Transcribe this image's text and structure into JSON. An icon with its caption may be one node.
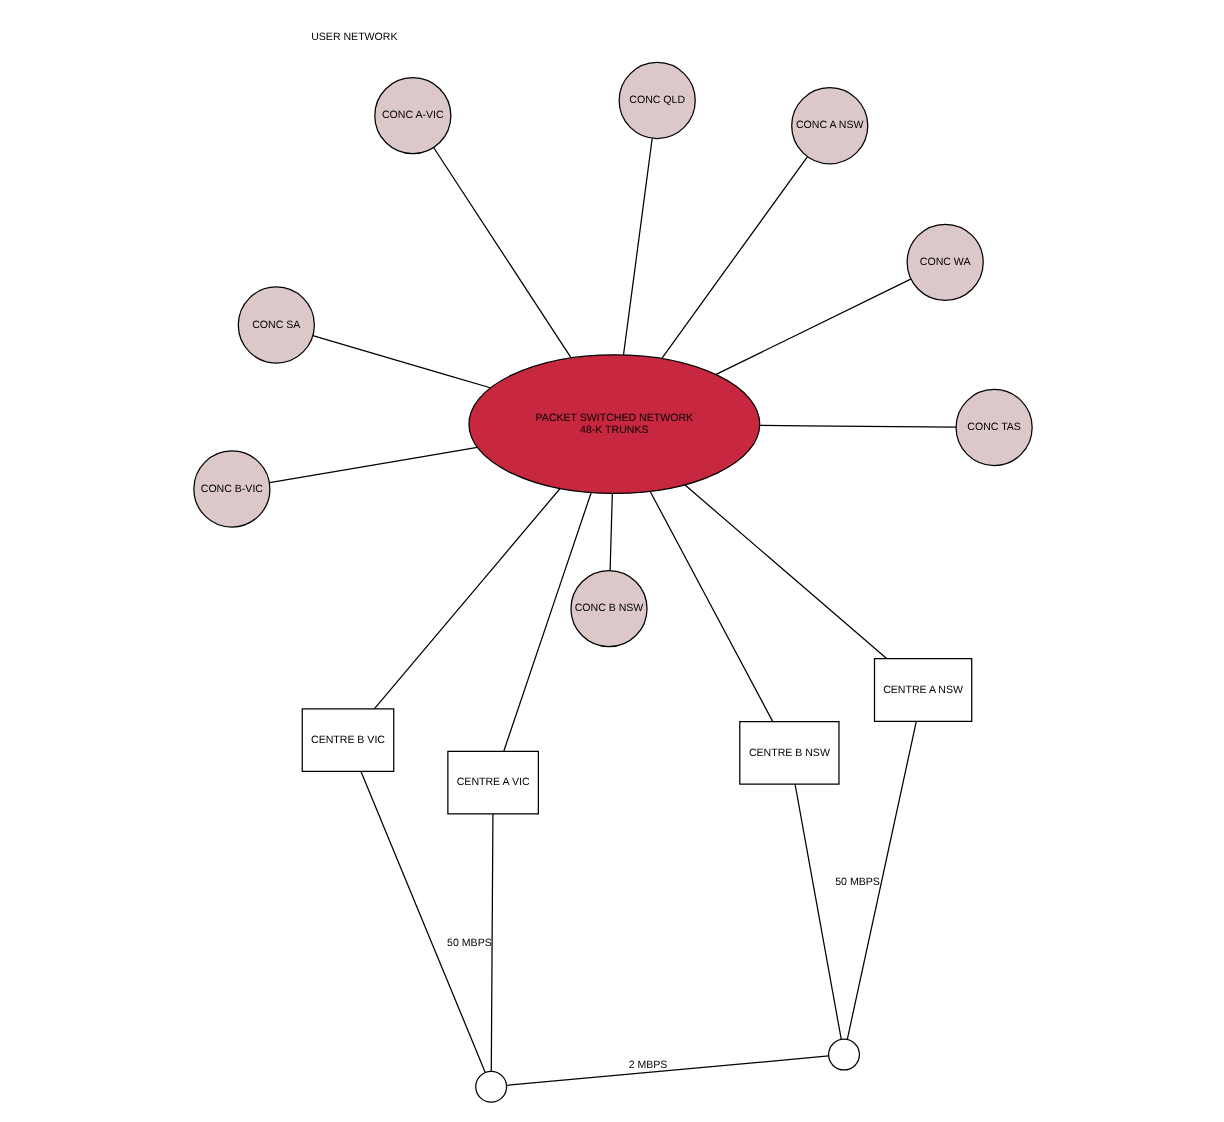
{
  "diagram": {
    "nodes": [
      {
        "text": [
          "CONC A-VIC"
        ]
      },
      {
        "text": [
          "CONC B-VIC"
        ]
      },
      {
        "text": [
          "CENTRE A VIC"
        ]
      },
      {
        "text": [
          "CENTRE B VIC"
        ]
      },
      {
        "text": [
          "CONC QLD"
        ]
      },
      {
        "text": [],
        "shape": "circle"
      },
      {
        "text": [
          "CONC WA"
        ]
      },
      {
        "text": [
          "PACKET SWITCHED NETWORK",
          "48-K TRUNKS"
        ]
      },
      {
        "text": [
          "CONC SA"
        ]
      },
      {
        "text": [
          "CONC TAS"
        ]
      },
      {
        "text": [],
        "shape": "circle"
      },
      {
        "text": [
          "CONC A NSW"
        ]
      },
      {
        "text": [
          "CONC B NSW"
        ]
      },
      {
        "text": [
          "CENTRE A NSW"
        ]
      },
      {
        "text": [
          "CENTRE B NSW"
        ]
      }
    ],
    "edges": [
      {
        "from": 0,
        "to": 7,
        "arrow": "none"
      },
      {
        "from": 1,
        "to": 7,
        "arrow": "none"
      },
      {
        "from": 2,
        "to": 7,
        "arrow": "none"
      },
      {
        "from": 3,
        "to": 7,
        "arrow": "none"
      },
      {
        "from": 4,
        "to": 7,
        "arrow": "none"
      },
      {
        "from": 6,
        "to": 7,
        "arrow": "none"
      },
      {
        "from": 8,
        "to": 7,
        "arrow": "none"
      },
      {
        "from": 9,
        "to": 7,
        "arrow": "none"
      },
      {
        "from": 7,
        "to": 11,
        "arrow": "none"
      },
      {
        "from": 7,
        "to": 12,
        "arrow": "none"
      },
      {
        "from": 7,
        "to": 13,
        "arrow": "none"
      },
      {
        "from": 7,
        "to": 14,
        "arrow": "none"
      },
      {
        "from": 2,
        "to": 5,
        "arrow": "none",
        "label": "50 MBPS"
      },
      {
        "from": 3,
        "to": 5,
        "arrow": "none"
      },
      {
        "from": 5,
        "to": 10,
        "arrow": "none",
        "label": "2 MBPS"
      },
      {
        "from": 13,
        "to": 10,
        "arrow": "none",
        "label": "50 MBPS"
      },
      {
        "from": 14,
        "to": 10,
        "arrow": "none"
      }
    ],
    "labels": [
      "USER NETWORK"
    ]
  }
}
